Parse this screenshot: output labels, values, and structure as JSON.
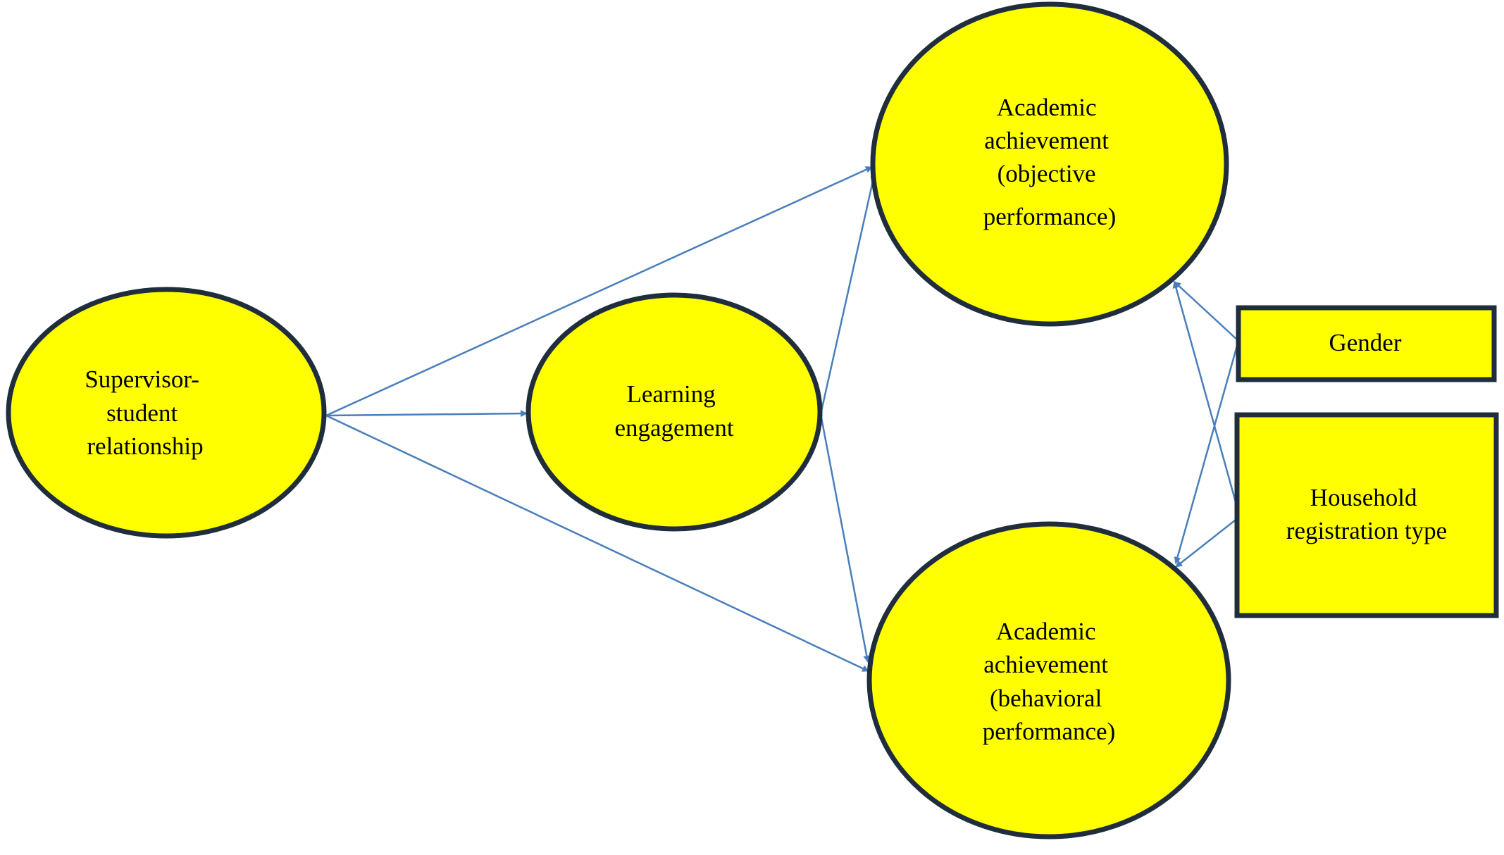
{
  "diagram": {
    "colors": {
      "node_fill": "#ffff00",
      "node_stroke": "#1f2d3d",
      "edge": "#4a7ebb",
      "background": "#ffffff"
    },
    "nodes": {
      "supervisor_student_relationship": {
        "shape": "ellipse",
        "lines": [
          "Supervisor-",
          "student",
          "relationship"
        ]
      },
      "learning_engagement": {
        "shape": "ellipse",
        "lines": [
          "Learning",
          "engagement"
        ]
      },
      "academic_achievement_objective": {
        "shape": "ellipse",
        "lines": [
          "Academic",
          "achievement",
          "(objective",
          "performance)"
        ]
      },
      "academic_achievement_behavioral": {
        "shape": "ellipse",
        "lines": [
          "Academic",
          "achievement",
          "(behavioral",
          "performance)"
        ]
      },
      "gender": {
        "shape": "rectangle",
        "lines": [
          "Gender"
        ]
      },
      "household_registration_type": {
        "shape": "rectangle",
        "lines": [
          "Household",
          "registration type"
        ]
      }
    },
    "edges": [
      {
        "from": "supervisor_student_relationship",
        "to": "learning_engagement"
      },
      {
        "from": "supervisor_student_relationship",
        "to": "academic_achievement_objective"
      },
      {
        "from": "supervisor_student_relationship",
        "to": "academic_achievement_behavioral"
      },
      {
        "from": "learning_engagement",
        "to": "academic_achievement_objective"
      },
      {
        "from": "learning_engagement",
        "to": "academic_achievement_behavioral"
      },
      {
        "from": "gender",
        "to": "academic_achievement_objective"
      },
      {
        "from": "gender",
        "to": "academic_achievement_behavioral"
      },
      {
        "from": "household_registration_type",
        "to": "academic_achievement_objective"
      },
      {
        "from": "household_registration_type",
        "to": "academic_achievement_behavioral"
      }
    ]
  }
}
